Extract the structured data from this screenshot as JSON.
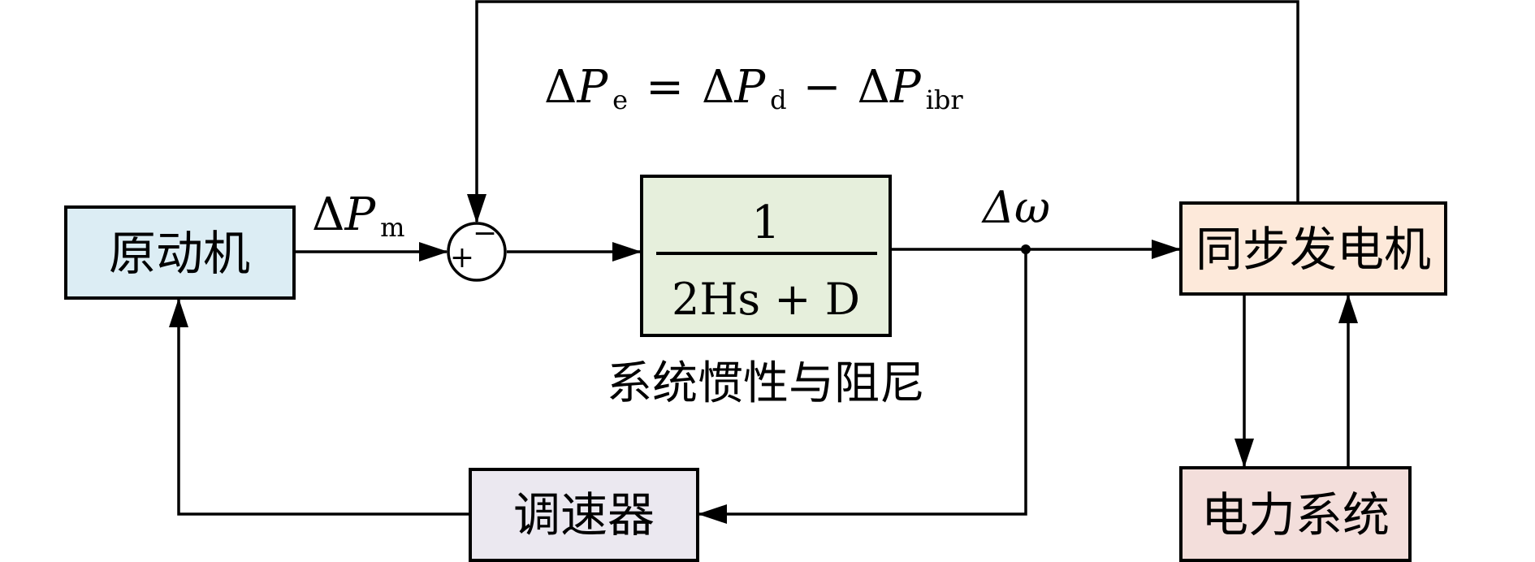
{
  "colors": {
    "prime_mover_fill": "#dcedf4",
    "inertia_fill": "#e6efdc",
    "generator_fill": "#fde9da",
    "power_system_fill": "#f3dedb",
    "governor_fill": "#ebe8f0"
  },
  "blocks": {
    "prime_mover": "原动机",
    "inertia_numerator": "1",
    "inertia_denominator": "2Hs + D",
    "inertia_caption": "系统惯性与阻尼",
    "generator": "同步发电机",
    "power_system": "电力系统",
    "governor": "调速器"
  },
  "summing_junction": {
    "plus_sign": "+",
    "minus_sign": "−"
  },
  "labels": {
    "delta_pm": {
      "delta": "Δ",
      "symbol": "P",
      "subscript": "m"
    },
    "delta_omega": "Δω",
    "feedback_equation": {
      "lhs_delta": "Δ",
      "lhs_symbol": "P",
      "lhs_sub": "e",
      "equals": "=",
      "t1_delta": "Δ",
      "t1_symbol": "P",
      "t1_sub": "d",
      "minus": "−",
      "t2_delta": "Δ",
      "t2_symbol": "P",
      "t2_sub": "ibr"
    }
  }
}
